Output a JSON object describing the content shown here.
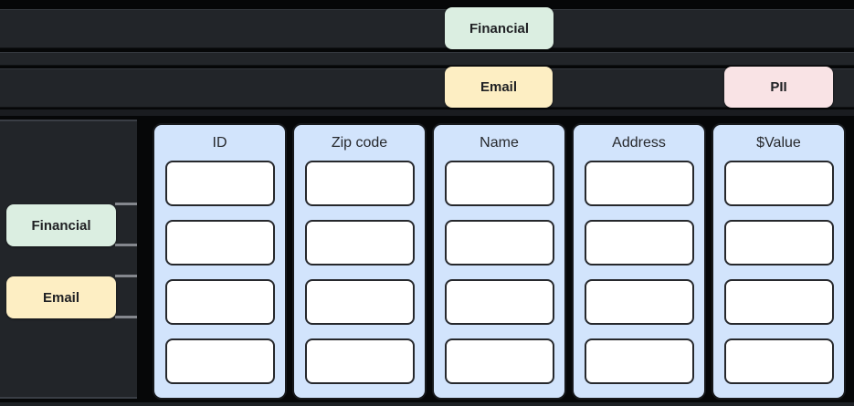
{
  "top_lanes": {
    "financial_tag": "Financial",
    "email_tag": "Email",
    "pii_tag": "PII"
  },
  "sidebar": {
    "financial_tag": "Financial",
    "email_tag": "Email"
  },
  "table": {
    "columns": [
      {
        "header": "ID",
        "cells": [
          "",
          "",
          "",
          ""
        ]
      },
      {
        "header": "Zip code",
        "cells": [
          "",
          "",
          "",
          ""
        ]
      },
      {
        "header": "Name",
        "cells": [
          "",
          "",
          "",
          ""
        ]
      },
      {
        "header": "Address",
        "cells": [
          "",
          "",
          "",
          ""
        ]
      },
      {
        "header": "$Value",
        "cells": [
          "",
          "",
          "",
          ""
        ]
      }
    ],
    "rows_per_column": 4
  },
  "colors": {
    "financial_tag": "#dbeee1",
    "email_tag": "#fdeec3",
    "pii_tag": "#f9e3e5",
    "column_panel": "#d2e4fc",
    "cell_fill": "#ffffff",
    "cell_border": "#26282c",
    "lane_bar": "#222529",
    "background": "#060708",
    "text": "#202124"
  }
}
